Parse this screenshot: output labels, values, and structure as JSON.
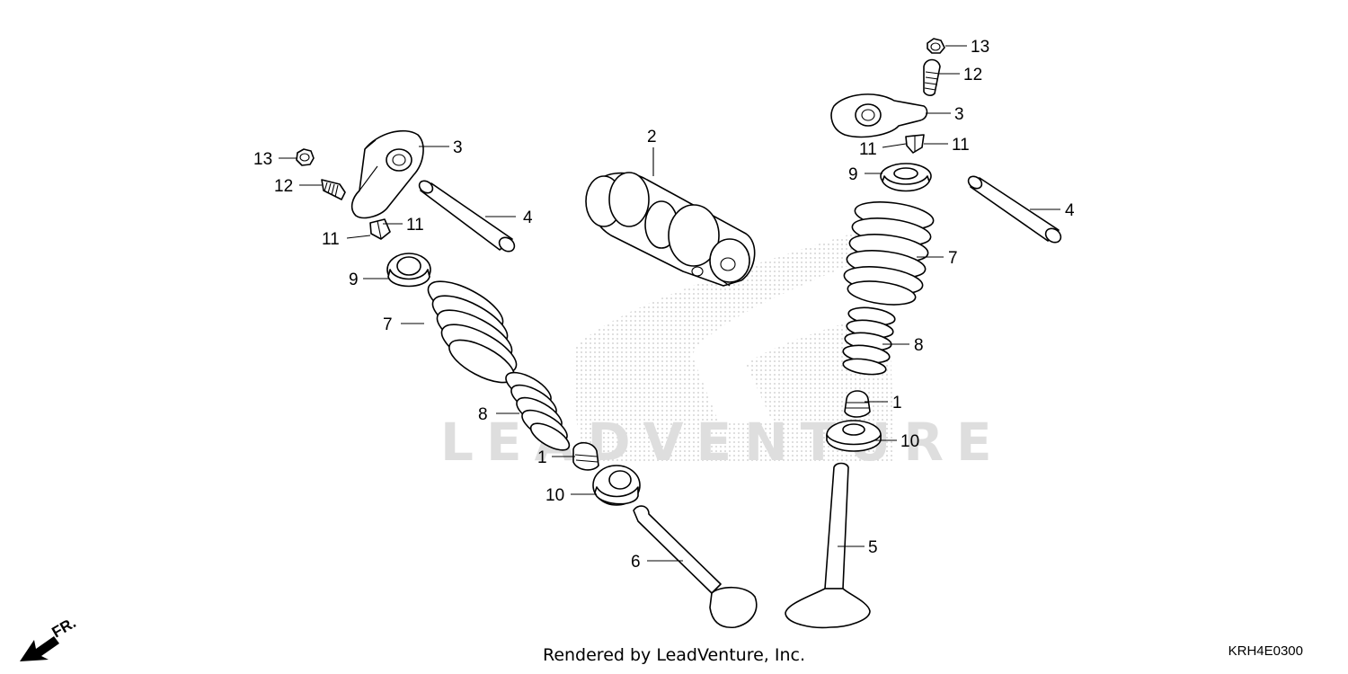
{
  "diagram": {
    "callouts": {
      "l13": "13",
      "l12": "12",
      "l3": "3",
      "l4": "4",
      "l11a": "11",
      "l11b": "11",
      "l9": "9",
      "l7": "7",
      "l8": "8",
      "l1": "1",
      "l10": "10",
      "l6": "6",
      "c2": "2",
      "r13": "13",
      "r12": "12",
      "r3": "3",
      "r11a": "11",
      "r11b": "11",
      "r9": "9",
      "r4": "4",
      "r7": "7",
      "r8": "8",
      "r1": "1",
      "r10": "10",
      "r5": "5"
    },
    "direction_label": "FR.",
    "watermark_text": "LEADVENTURE"
  },
  "footer": {
    "credit": "Rendered by LeadVenture, Inc.",
    "diagram_code": "KRH4E0300"
  }
}
